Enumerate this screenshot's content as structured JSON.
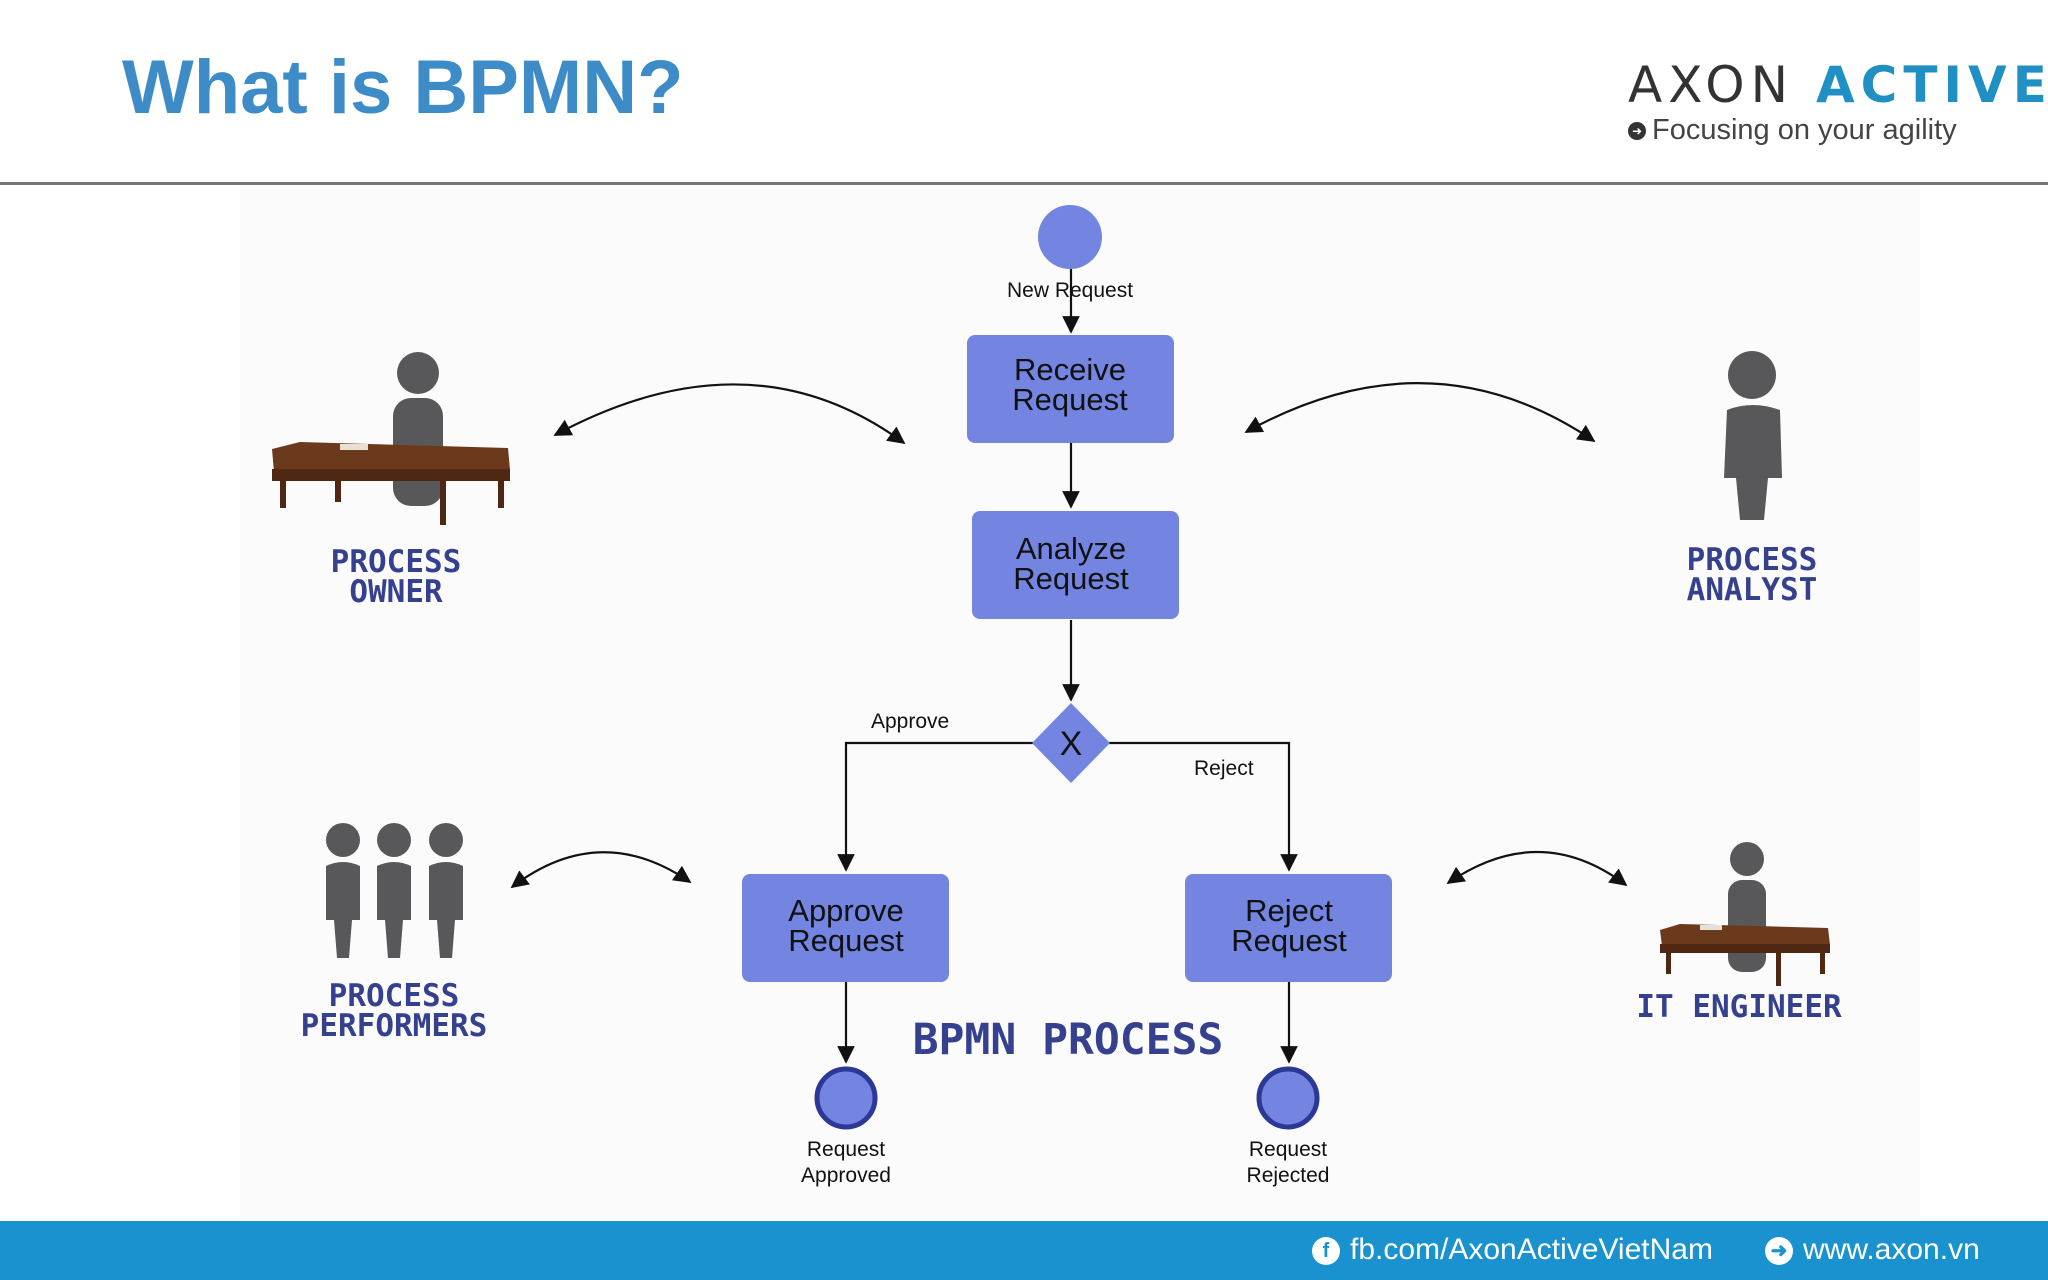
{
  "slide": {
    "title": "What is BPMN?"
  },
  "logo": {
    "brand_part1": "AXON",
    "brand_part2": "ACTIVE",
    "tagline": "Focusing on your agility"
  },
  "diagram": {
    "start_label": "New Request",
    "tasks": [
      {
        "line1": "Receive",
        "line2": "Request"
      },
      {
        "line1": "Analyze",
        "line2": "Request"
      },
      {
        "line1": "Approve",
        "line2": "Request"
      },
      {
        "line1": "Reject",
        "line2": "Request"
      }
    ],
    "gateway_symbol": "X",
    "approve_label": "Approve",
    "reject_label": "Reject",
    "end_events": [
      {
        "line1": "Request",
        "line2": "Approved"
      },
      {
        "line1": "Request",
        "line2": "Rejected"
      }
    ],
    "process_caption": "BPMN PROCESS",
    "roles": [
      {
        "line1": "PROCESS",
        "line2": "OWNER"
      },
      {
        "line1": "PROCESS",
        "line2": "ANALYST"
      },
      {
        "line1": "PROCESS",
        "line2": "PERFORMERS"
      },
      {
        "line1": "IT ENGINEER",
        "line2": ""
      }
    ]
  },
  "footer": {
    "facebook": "fb.com/AxonActiveVietNam",
    "website": "www.axon.vn"
  },
  "colors": {
    "title": "#3d8cc8",
    "task_fill": "#7385e0",
    "role_text": "#35418f",
    "person": "#58585b",
    "desk": "#6b3a1c",
    "footer_bg": "#1a92d0"
  }
}
